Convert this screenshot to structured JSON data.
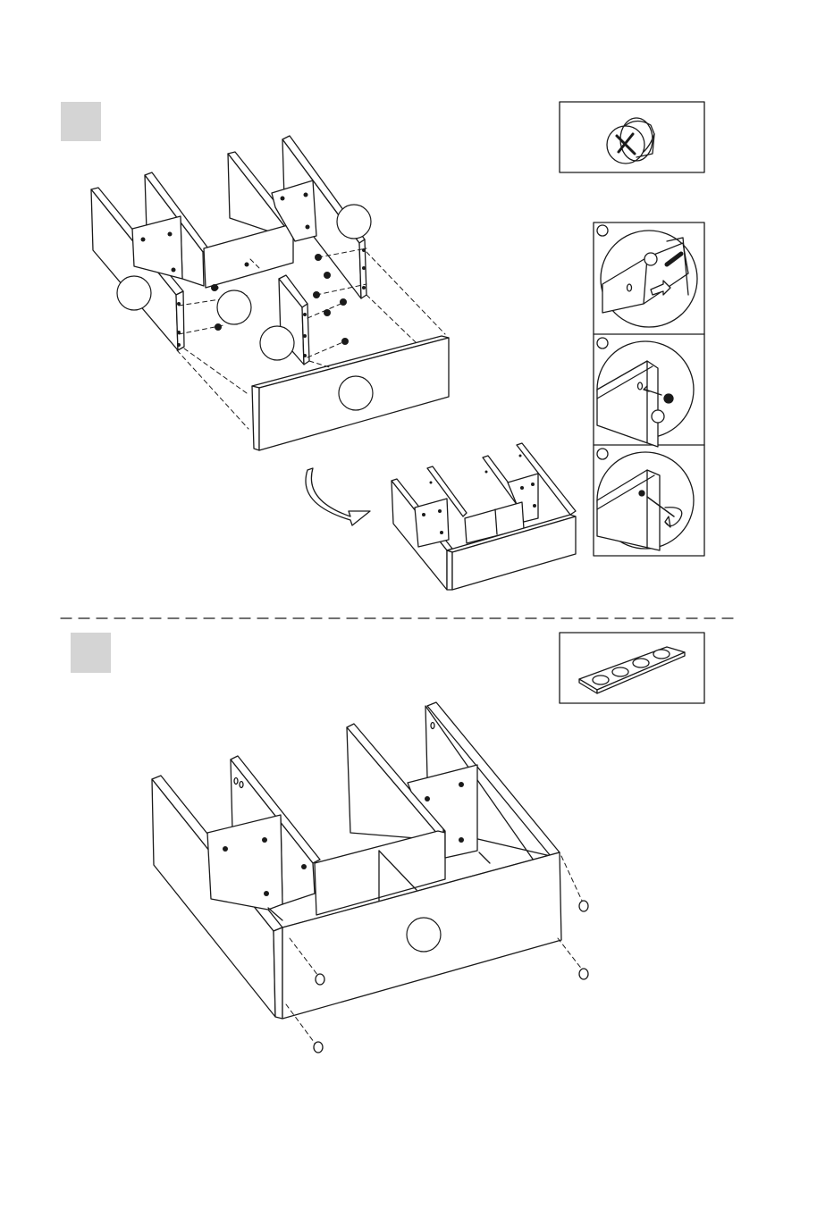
{
  "page": {
    "step_badges": [
      "",
      ""
    ],
    "part_callouts_step1": [
      "",
      "",
      "",
      "",
      ""
    ],
    "detail_step_markers": [
      "",
      "",
      ""
    ],
    "part_callout_step2": ""
  },
  "step1": {
    "hardware": "cam-lock-icon",
    "detail_steps": [
      "insert-cam-bolt",
      "insert-cam-lock",
      "tighten-cam-lock"
    ]
  },
  "step2": {
    "hardware": "felt-pads-strip",
    "felt_pad_count": 4
  },
  "colors": {
    "line": "#1a1a1a",
    "badge_fill": "#d4d4d4",
    "panel_fill": "#ffffff"
  }
}
